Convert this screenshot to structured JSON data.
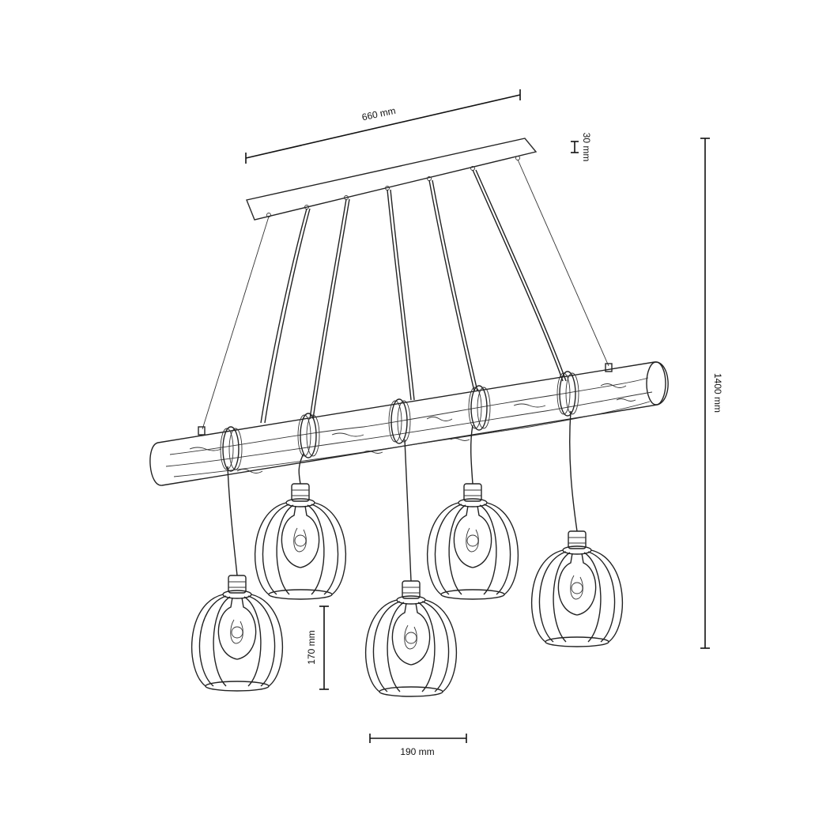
{
  "dimensions": {
    "width": "660 mm",
    "canopy_height": "30 mm",
    "total_height": "1400 mm",
    "shade_height": "170 mm",
    "shade_width": "190 mm"
  }
}
